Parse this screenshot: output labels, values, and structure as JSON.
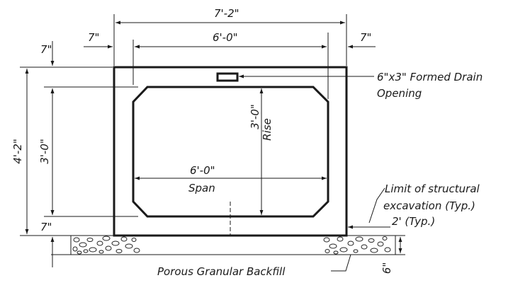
{
  "dimensions": {
    "overall_width": "7'-2\"",
    "left_wall": "7\"",
    "right_wall": "7\"",
    "inside_width_top": "6'-0\"",
    "top_slab": "7\"",
    "overall_height": "4'-2\"",
    "inside_height_left": "3'-0\"",
    "bottom_slab": "7\"",
    "rise_value": "3'-0\"",
    "rise_label": "Rise",
    "span_value": "6'-0\"",
    "span_label": "Span",
    "backfill_depth": "6\""
  },
  "callouts": {
    "drain_line1": "6\"x3\" Formed Drain",
    "drain_line2": "Opening",
    "limit_line1": "Limit of structural",
    "limit_line2": "excavation (Typ.)",
    "limit_offset": "2' (Typ.)",
    "backfill": "Porous Granular Backfill"
  }
}
